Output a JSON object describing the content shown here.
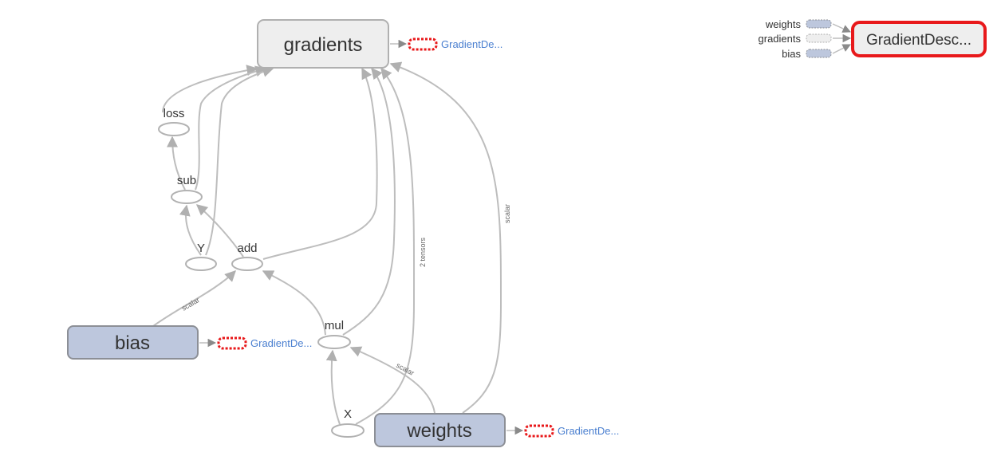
{
  "graph": {
    "nodes": {
      "gradients": "gradients",
      "loss": "loss",
      "sub": "sub",
      "y": "Y",
      "add": "add",
      "bias": "bias",
      "mul": "mul",
      "x": "X",
      "weights": "weights"
    },
    "edge_labels": {
      "bias_to_add": "scalar",
      "weights_to_mul": "scalar",
      "weights_to_gradients_2t": "2 tensors",
      "weights_to_gradients_scalar": "scalar"
    },
    "refs": {
      "gradients_ref": "GradientDe...",
      "bias_ref": "GradientDe...",
      "weights_ref": "GradientDe..."
    }
  },
  "auxiliary": {
    "inputs": [
      "weights",
      "gradients",
      "bias"
    ],
    "target": "GradientDesc..."
  },
  "colors": {
    "edge": "#bdbdbd",
    "group_fill": "#eeeeee",
    "variable_fill": "#bdc7dd",
    "selected_border": "#e8191b",
    "ref_text": "#4a7fd0"
  }
}
